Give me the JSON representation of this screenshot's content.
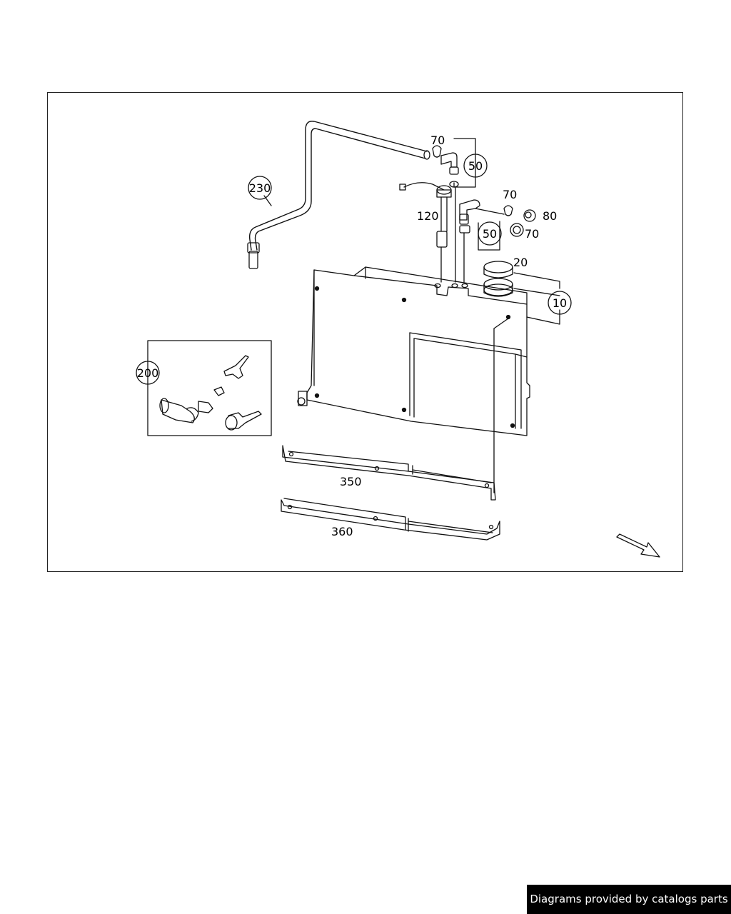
{
  "diagram": {
    "callouts": {
      "c10": "10",
      "c20": "20",
      "c50a": "50",
      "c50b": "50",
      "c70a": "70",
      "c70b": "70",
      "c70c": "70",
      "c80": "80",
      "c120": "120",
      "c200": "200",
      "c230": "230",
      "c350": "350",
      "c360": "360"
    },
    "direction_arrow": "arrow-icon"
  },
  "footer": {
    "text": "Diagrams provided by catalogs parts"
  }
}
